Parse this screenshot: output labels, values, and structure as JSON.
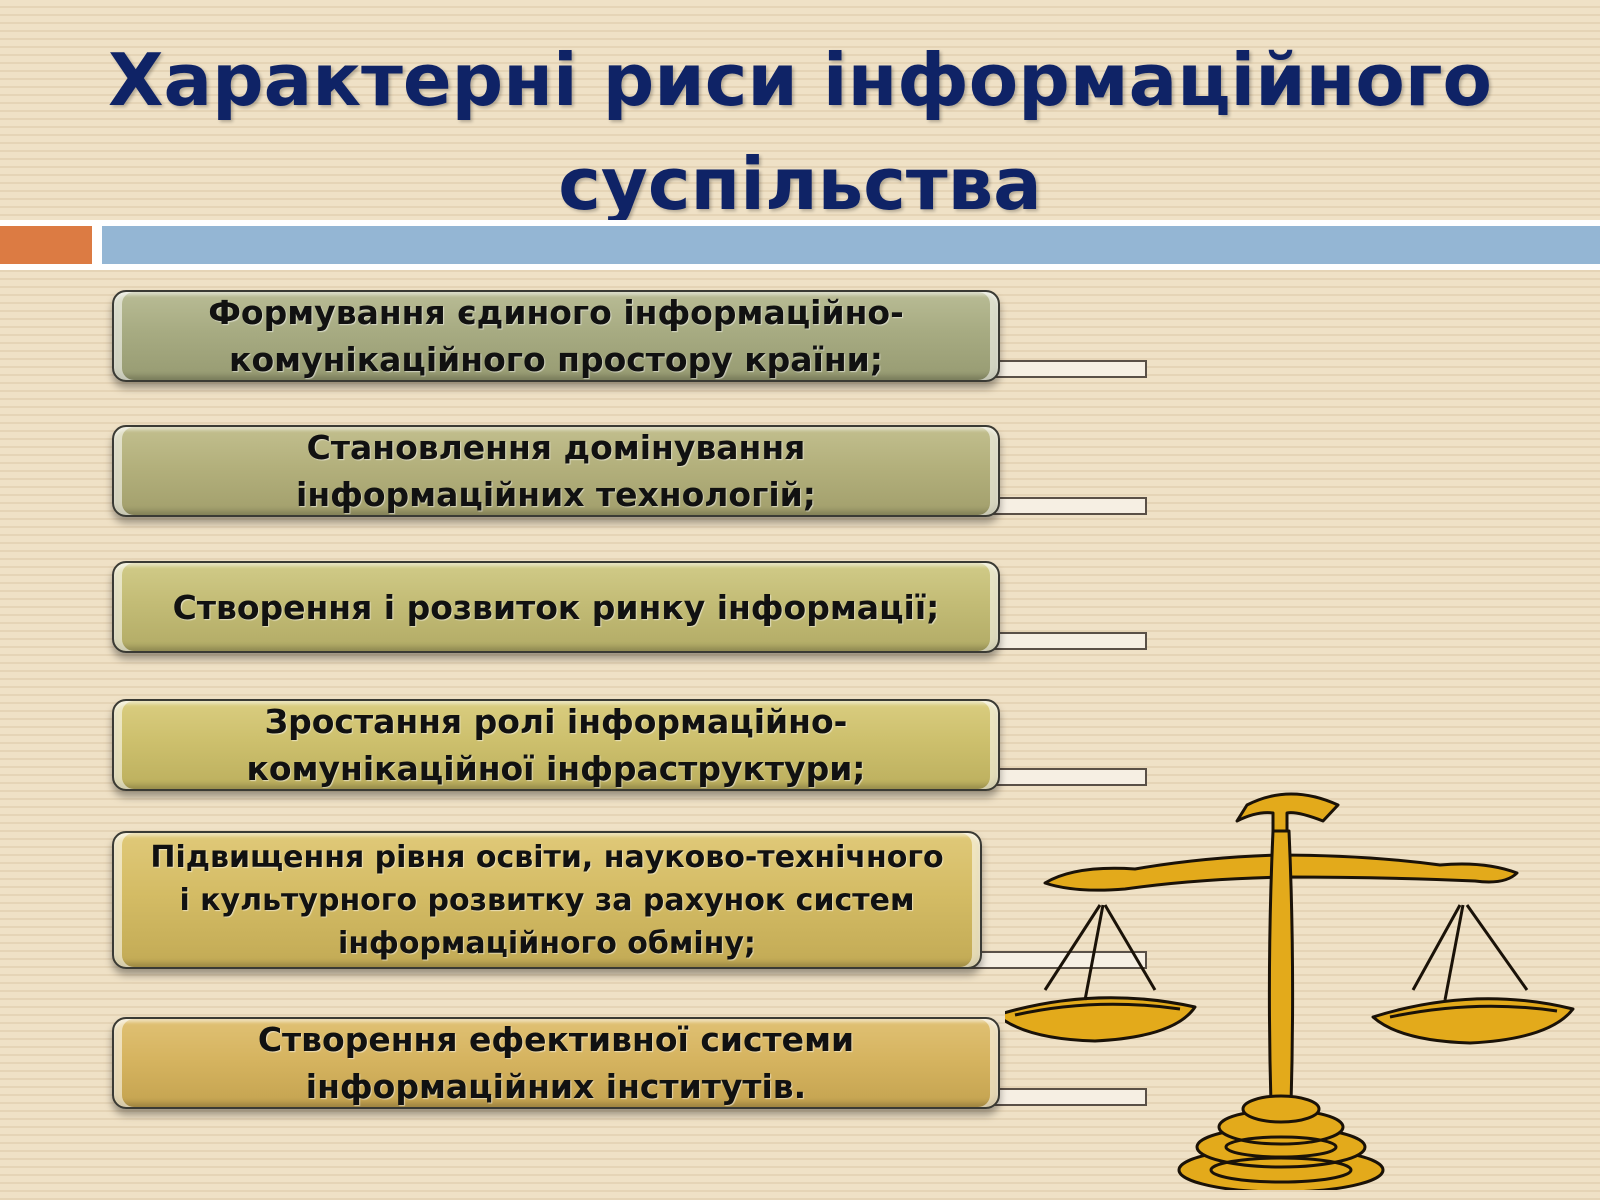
{
  "title": {
    "line1": "Характерні риси інформаційного",
    "line2": "суспільства"
  },
  "features": [
    "Формування єдиного інформаційно-комунікаційного простору країни;",
    "Становлення домінування інформаційних технологій;",
    "Створення і розвиток ринку інформації;",
    "Зростання ролі інформаційно-комунікаційної інфраструктури;",
    "Підвищення рівня освіти, науково-технічного і культурного розвитку за рахунок систем інформаційного обміну;",
    "Створення ефективної системи інформаційних інститутів."
  ],
  "colors": {
    "title": "#0f2366",
    "accent_orange": "#dc7b43",
    "accent_blue": "#94b6d4",
    "box_fills": [
      "#a7ab82",
      "#b3b07c",
      "#c3bc76",
      "#cdc06d",
      "#d4bc65",
      "#d6b460"
    ],
    "scales_gold": "#e3aa1b"
  },
  "decoration": {
    "icon": "balance-scales-icon"
  }
}
